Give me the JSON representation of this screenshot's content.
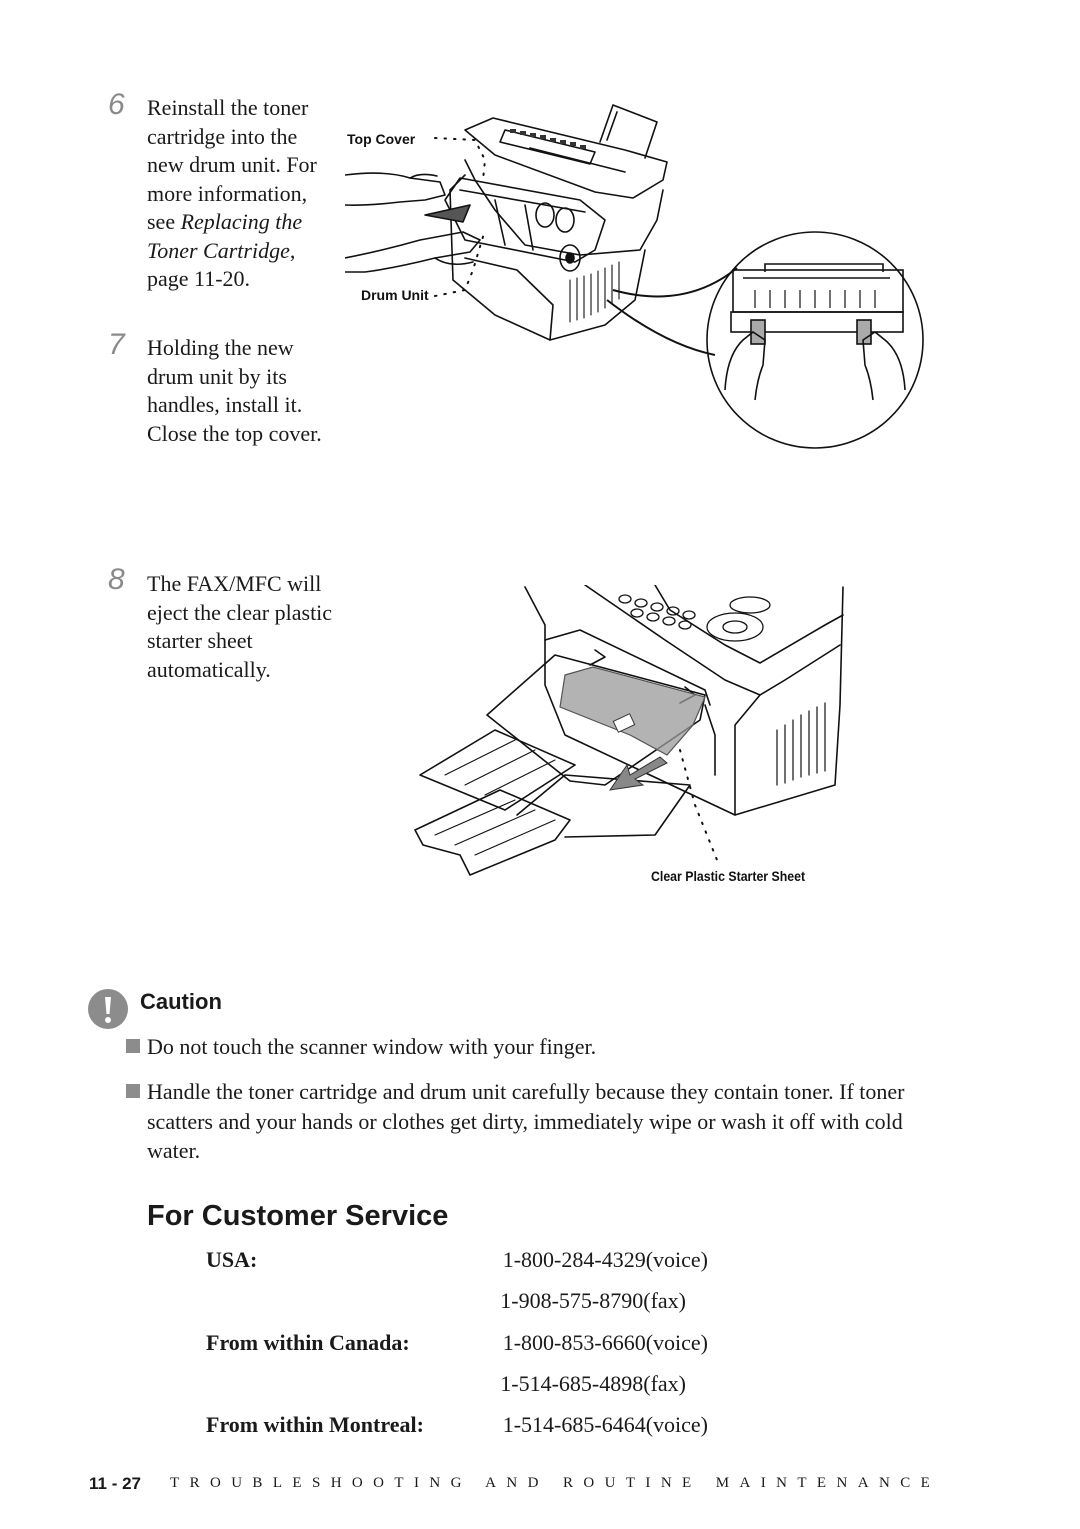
{
  "steps": [
    {
      "number": "6",
      "text_before": "Reinstall the toner cartridge into the new drum unit. For more information, see",
      "reference_italic": "Replacing the Toner Cartridge",
      "text_after": ", page 11-20."
    },
    {
      "number": "7",
      "text": "Holding the new drum unit by its handles, install it. Close the top cover."
    },
    {
      "number": "8",
      "text": "The FAX/MFC will eject the clear plastic starter sheet automatically."
    }
  ],
  "figure1": {
    "label_top_cover": "Top Cover",
    "label_drum_unit": "Drum Unit"
  },
  "figure2": {
    "label_sheet": "Clear Plastic Starter Sheet"
  },
  "caution": {
    "title": "Caution",
    "items": [
      "Do not touch the scanner window with your finger.",
      "Handle the toner cartridge and drum unit carefully because they contain toner. If toner scatters and your hands or clothes get dirty, immediately wipe or wash it off with cold water."
    ]
  },
  "customer_service": {
    "title": "For Customer Service",
    "rows": [
      {
        "label": "USA:",
        "value": "1-800-284-4329(voice)"
      },
      {
        "label": "",
        "value": "1-908-575-8790(fax)"
      },
      {
        "label": "From within Canada:",
        "value": "1-800-853-6660(voice)"
      },
      {
        "label": "",
        "value": "1-514-685-4898(fax)"
      },
      {
        "label": "From within Montreal:",
        "value": "1-514-685-6464(voice)"
      }
    ]
  },
  "footer": {
    "page_number": "11 - 27",
    "chapter_title": "TROUBLESHOOTING AND ROUTINE MAINTENANCE"
  }
}
